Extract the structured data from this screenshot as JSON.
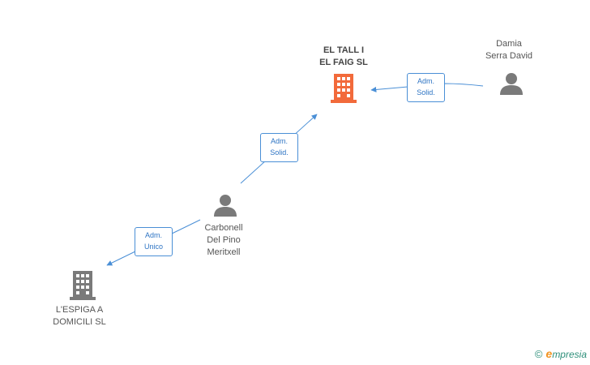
{
  "colors": {
    "edge": "#4a8fd6",
    "focus_company": "#f26a3b",
    "company": "#7a7a7a",
    "person": "#7a7a7a",
    "brand_teal": "#2e8f7a",
    "brand_orange": "#f29422"
  },
  "nodes": {
    "el_tall": {
      "line1": "EL TALL I",
      "line2": "EL FAIG  SL",
      "icon": "building-icon"
    },
    "damia": {
      "line1": "Damia",
      "line2": "Serra David",
      "icon": "person-icon"
    },
    "carbonell": {
      "line1": "Carbonell",
      "line2": "Del Pino",
      "line3": "Meritxell",
      "icon": "person-icon"
    },
    "lespiga": {
      "line1": "L'ESPIGA A",
      "line2": "DOMICILI  SL",
      "icon": "building-icon"
    }
  },
  "relations": {
    "damia_eltall": {
      "line1": "Adm.",
      "line2": "Solid."
    },
    "carbonell_eltall": {
      "line1": "Adm.",
      "line2": "Solid."
    },
    "carbonell_lespiga": {
      "line1": "Adm.",
      "line2": "Unico"
    }
  },
  "brand": {
    "copyright": "©",
    "e": "e",
    "rest": "mpresia"
  }
}
